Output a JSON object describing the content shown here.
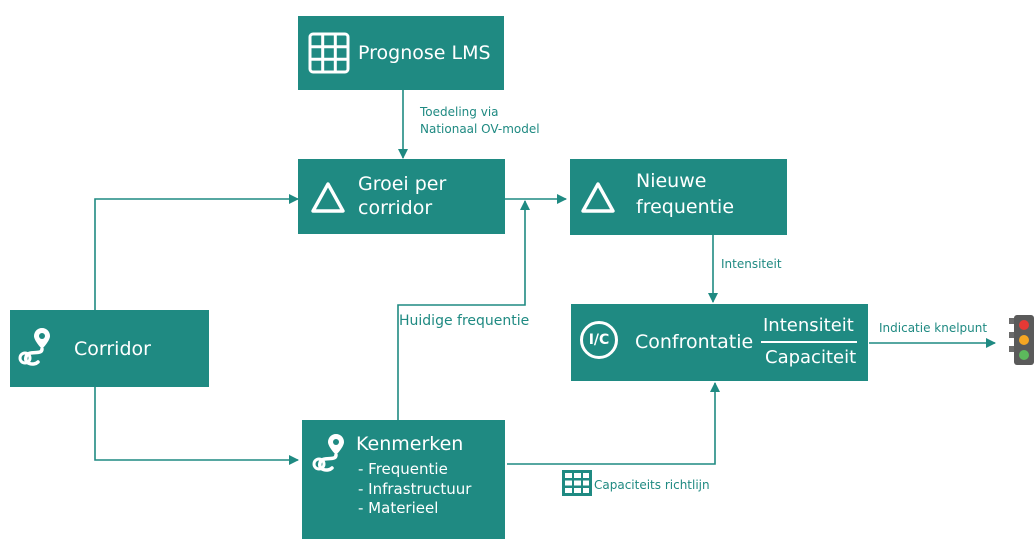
{
  "colors": {
    "box": "#1f8a82",
    "text": "#ffffff",
    "line": "#1f8a82"
  },
  "nodes": {
    "prognose": {
      "icon": "grid-table-icon",
      "label": "Prognose LMS"
    },
    "groei": {
      "icon": "triangle-delta-icon",
      "line1": "Groei per",
      "line2": "corridor"
    },
    "nieuwe": {
      "icon": "triangle-delta-icon",
      "line1": "Nieuwe",
      "line2": "frequentie"
    },
    "corridor": {
      "icon": "location-route-icon",
      "label": "Corridor"
    },
    "kenmerken": {
      "icon": "location-route-icon",
      "title": "Kenmerken",
      "items": [
        "- Frequentie",
        "- Infrastructuur",
        "- Materieel"
      ]
    },
    "confrontatie": {
      "icon": "i-c-badge-icon",
      "badge": "I/C",
      "label": "Confrontatie",
      "numerator": "Intensiteit",
      "denominator": "Capaciteit"
    }
  },
  "edges": {
    "toedeling_line1": "Toedeling via",
    "toedeling_line2": "Nationaal OV-model",
    "intensiteit": "Intensiteit",
    "huidige": "Huidige frequentie",
    "capaciteits": "Capaciteits richtlijn",
    "indicatie": "Indicatie knelpunt"
  },
  "output": {
    "icon": "traffic-light-icon"
  }
}
